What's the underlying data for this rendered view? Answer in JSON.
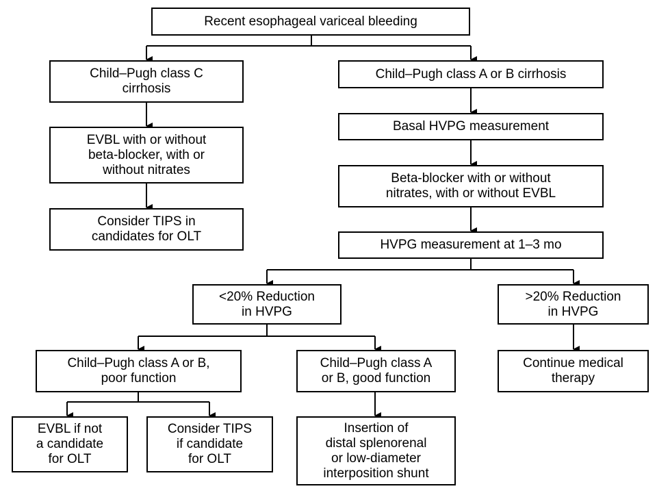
{
  "nodes": {
    "root": "Recent esophageal variceal bleeding",
    "class_c": "Child–Pugh class C\ncirrhosis",
    "evbl_c": "EVBL with or without\nbeta-blocker, with or\nwithout nitrates",
    "tips_c": "Consider TIPS in\ncandidates for OLT",
    "class_ab": "Child–Pugh class A or B cirrhosis",
    "basal_hvpg": "Basal HVPG measurement",
    "beta_blocker": "Beta-blocker with or without\nnitrates, with or without EVBL",
    "hvpg_followup": "HVPG measurement at 1–3 mo",
    "lt20": "<20% Reduction\nin HVPG",
    "gt20": ">20% Reduction\nin HVPG",
    "poor_function": "Child–Pugh class A or B,\npoor function",
    "good_function": "Child–Pugh class A\nor B, good function",
    "continue_therapy": "Continue medical\ntherapy",
    "evbl_not_candidate": "EVBL if not\na candidate\nfor OLT",
    "tips_candidate": "Consider TIPS\nif candidate\nfor OLT",
    "shunt": "Insertion of\ndistal splenorenal\nor low-diameter\ninterposition shunt"
  }
}
